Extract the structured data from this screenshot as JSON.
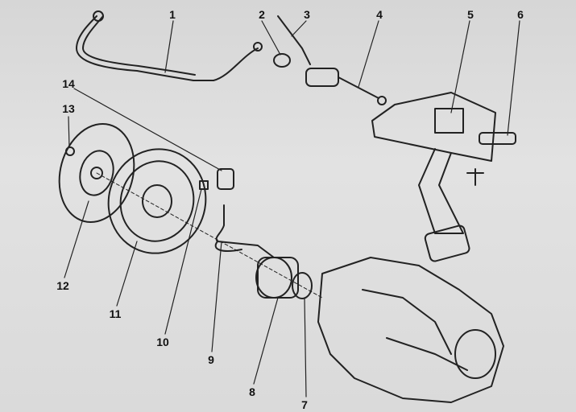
{
  "diagram": {
    "type": "exploded-view",
    "labels": [
      "1",
      "2",
      "3",
      "4",
      "5",
      "6",
      "7",
      "8",
      "9",
      "10",
      "11",
      "12",
      "13",
      "14"
    ]
  }
}
